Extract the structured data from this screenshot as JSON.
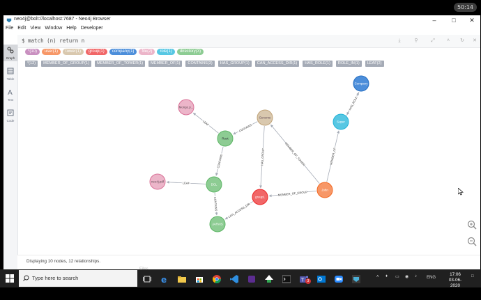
{
  "clock": "50:14",
  "window": {
    "title": "neo4j@bolt://localhost:7687 - Neo4j Browser",
    "menu": [
      "File",
      "Edit",
      "View",
      "Window",
      "Help",
      "Developer"
    ]
  },
  "sidebar": [
    {
      "label": "Graph",
      "icon": "graph-icon"
    },
    {
      "label": "Table",
      "icon": "table-icon"
    },
    {
      "label": "Text",
      "icon": "text-icon"
    },
    {
      "label": "Code",
      "icon": "code-icon"
    }
  ],
  "query": "$ match (n) return n",
  "node_labels": [
    {
      "text": "*(10)",
      "color": "#c990c0"
    },
    {
      "text": "user(1)",
      "color": "#f79767"
    },
    {
      "text": "tower(1)",
      "color": "#d9c8ae"
    },
    {
      "text": "group(1)",
      "color": "#f16667"
    },
    {
      "text": "company(1)",
      "color": "#4c8eda"
    },
    {
      "text": "file(2)",
      "color": "#ecb5c9"
    },
    {
      "text": "role(1)",
      "color": "#57c7e3"
    },
    {
      "text": "directory(3)",
      "color": "#8dcc93"
    }
  ],
  "rel_types": [
    "*(12)",
    "MEMBER_OF_GROUP(1)",
    "MEMBER_OF_TOWER(1)",
    "MEMBER_OF(1)",
    "CONTAINS(3)",
    "HAS_GROUP(1)",
    "CAN_ACCESS_DIR(1)",
    "HAS_ROLE(1)",
    "ROLE_IN(1)",
    "LEAF(2)"
  ],
  "graph": {
    "nodes": [
      {
        "id": "company",
        "caption": "Company",
        "color": "#4c8eda",
        "border": "#2870c2",
        "text": "#ffffff"
      },
      {
        "id": "super",
        "caption": "Super",
        "color": "#57c7e3",
        "border": "#23b3d7",
        "text": "#ffffff"
      },
      {
        "id": "mongo",
        "caption": "Mongo.p...",
        "color": "#ecb5c9",
        "border": "#da7298",
        "text": "#604a55"
      },
      {
        "id": "genome",
        "caption": "Genome",
        "color": "#d9c8ae",
        "border": "#c0a378",
        "text": "#604a55"
      },
      {
        "id": "root",
        "caption": "Root",
        "color": "#8dcc93",
        "border": "#5db665",
        "text": "#2a2c34"
      },
      {
        "id": "neo4jpdf",
        "caption": "neo4j.pdf",
        "color": "#ecb5c9",
        "border": "#da7298",
        "text": "#604a55"
      },
      {
        "id": "dcl",
        "caption": "DCL",
        "color": "#8dcc93",
        "border": "#5db665",
        "text": "#ffffff"
      },
      {
        "id": "group1",
        "caption": "group1",
        "color": "#f16667",
        "border": "#eb2728",
        "text": "#ffffff"
      },
      {
        "id": "john",
        "caption": "John",
        "color": "#f79767",
        "border": "#f36924",
        "text": "#ffffff"
      },
      {
        "id": "jarvis",
        "caption": "JARVIS",
        "color": "#8dcc93",
        "border": "#5db665",
        "text": "#ffffff"
      }
    ],
    "relationships": [
      {
        "from": "super",
        "to": "company",
        "type": "ROLE_IN"
      },
      {
        "from": "company",
        "to": "super",
        "type": "HAS_ROLE"
      },
      {
        "from": "root",
        "to": "mongo",
        "type": "LEAF"
      },
      {
        "from": "genome",
        "to": "root",
        "type": "CONTAINS"
      },
      {
        "from": "root",
        "to": "dcl",
        "type": "CONTAINS"
      },
      {
        "from": "dcl",
        "to": "neo4jpdf",
        "type": "LEAF"
      },
      {
        "from": "dcl",
        "to": "jarvis",
        "type": "CONTAINS"
      },
      {
        "from": "genome",
        "to": "group1",
        "type": "HAS_GROUP"
      },
      {
        "from": "john",
        "to": "genome",
        "type": "MEMBER_OF_TOWER"
      },
      {
        "from": "john",
        "to": "super",
        "type": "MEMBER_OF"
      },
      {
        "from": "john",
        "to": "group1",
        "type": "MEMBER_OF_GROUP"
      },
      {
        "from": "group1",
        "to": "jarvis",
        "type": "CAN_ACCESS_DIR"
      }
    ]
  },
  "status": "Displaying 10 nodes, 12 relationships.",
  "background_strip": "Files",
  "taskbar": {
    "search_placeholder": "Type here to search",
    "lang": "ENG",
    "time": "17:06",
    "date": "03-06-2020",
    "badge": "3"
  }
}
